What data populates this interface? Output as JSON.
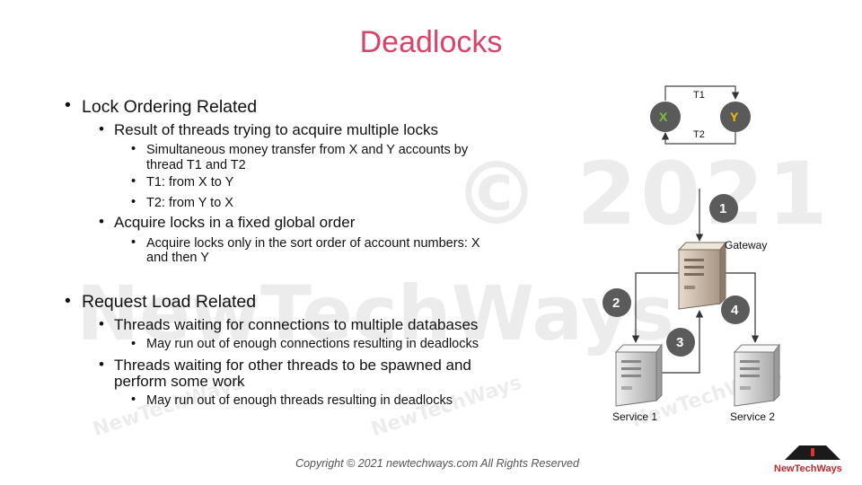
{
  "watermark": {
    "year": "© 2021",
    "brand": "NewTechWays",
    "small": [
      "NewTechWays",
      "NewTechWays",
      "NewTechWays"
    ]
  },
  "title": "Deadlocks",
  "sections": [
    {
      "text": "Lock Ordering Related",
      "children": [
        {
          "text": "Result of threads trying to acquire multiple locks",
          "children": [
            "Simultaneous money transfer from X and Y accounts by",
            "thread T1 and T2",
            "T1: from X to Y",
            "T2: from Y to X"
          ]
        },
        {
          "text": "Acquire locks in a fixed global order",
          "children": [
            "Acquire locks only in the sort order of account numbers: X",
            "and then Y"
          ]
        }
      ]
    },
    {
      "text": "Request Load Related",
      "children": [
        {
          "text": "Threads waiting for connections to multiple databases",
          "children": [
            "May run out of enough connections resulting in deadlocks"
          ]
        },
        {
          "text": "Threads waiting for other threads to be spawned and",
          "text_cont": "perform some work",
          "children": [
            "May run out of enough threads resulting in deadlocks"
          ]
        }
      ]
    }
  ],
  "lock_diagram": {
    "node_x": "X",
    "node_y": "Y",
    "edge_top": "T1",
    "edge_bottom": "T2",
    "colors": {
      "node_fill": "#5a5a5a",
      "x_text": "#7ac143",
      "y_text": "#f2c200"
    }
  },
  "flow_diagram": {
    "steps": [
      "1",
      "2",
      "3",
      "4"
    ],
    "gateway_label": "Gateway",
    "service1_label": "Service 1",
    "service2_label": "Service 2",
    "colors": {
      "badge_fill": "#5b5b5b",
      "gateway": "#cdbfae",
      "service": "#dcdcdc"
    }
  },
  "footer": "Copyright © 2021 newtechways.com All Rights Reserved",
  "logo": {
    "text": "NewTechWays",
    "color": "#c1272d"
  }
}
